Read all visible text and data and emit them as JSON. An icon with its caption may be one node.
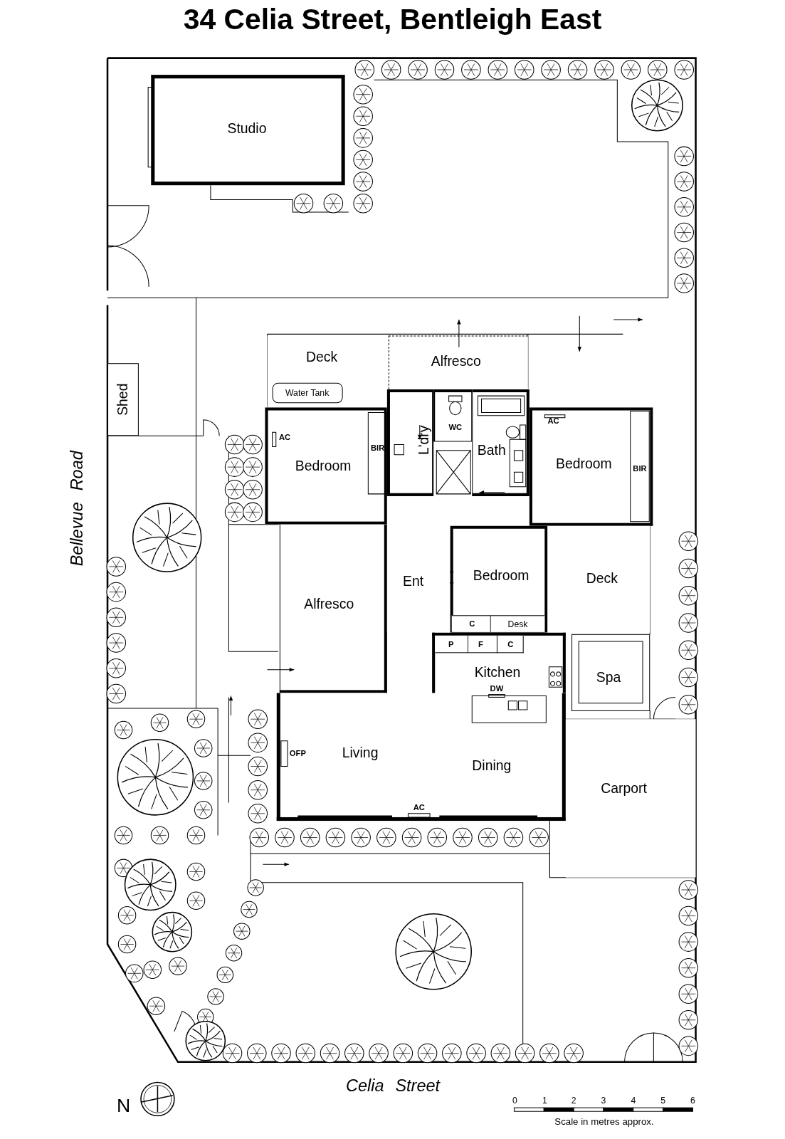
{
  "diagram": {
    "title": "34 Celia Street, Bentleigh East",
    "nodes": [
      {
        "text": [
          "Studio"
        ]
      },
      {
        "text": [
          "Deck"
        ]
      },
      {
        "text": [
          "Water Tank"
        ],
        "in": 1
      },
      {
        "text": [
          "Alfresco"
        ]
      },
      {
        "text": [
          "Shed"
        ]
      },
      {
        "text": [
          "Bedroom"
        ]
      },
      {
        "text": [
          "L'dry"
        ]
      },
      {
        "text": [
          "WC"
        ]
      },
      {
        "text": [
          "Bath"
        ]
      },
      {
        "text": [
          "Bedroom"
        ]
      },
      {
        "text": [
          "Alfresco"
        ]
      },
      {
        "text": [
          "Ent"
        ]
      },
      {
        "text": [
          "Bedroom"
        ]
      },
      {
        "text": [
          "C"
        ],
        "in": 12
      },
      {
        "text": [
          "Desk"
        ],
        "in": 12
      },
      {
        "text": [
          "Deck"
        ]
      },
      {
        "text": [
          "Kitchen"
        ]
      },
      {
        "text": [
          "P"
        ],
        "in": 16
      },
      {
        "text": [
          "F"
        ],
        "in": 16
      },
      {
        "text": [
          "C"
        ],
        "in": 16
      },
      {
        "text": [
          "Spa"
        ]
      },
      {
        "text": [
          "Living",
          "Dining"
        ]
      },
      {
        "text": [
          "Carport"
        ]
      }
    ],
    "labels": [
      "AC",
      "AC",
      "BIR",
      "BIR",
      "Bellevue Road",
      "DW",
      "OFP",
      "AC",
      "Celia Street",
      "N",
      "0",
      "1",
      "2",
      "3",
      "4",
      "5",
      "6",
      "Scale in metres approx."
    ]
  }
}
